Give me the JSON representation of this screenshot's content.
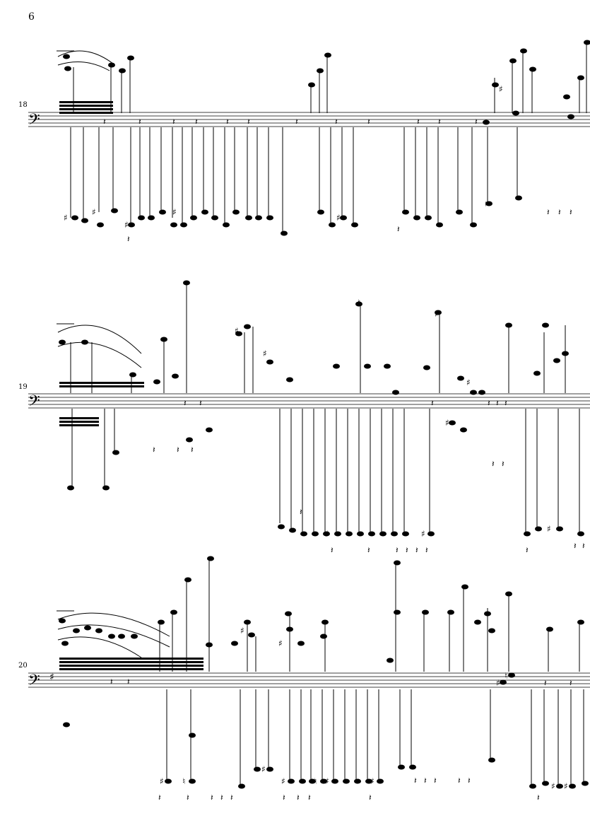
{
  "page": {
    "number": "6"
  },
  "score": {
    "systems": [
      {
        "measure_number": "18",
        "clef": "bass",
        "key_signature": ""
      },
      {
        "measure_number": "19",
        "clef": "bass",
        "key_signature": ""
      },
      {
        "measure_number": "20",
        "clef": "bass",
        "key_signature": "F#"
      }
    ],
    "glyphs": {
      "bass_clef": "𝄢",
      "sharp": "♯",
      "natural": "♮",
      "rest": "𝄽"
    },
    "colors": {
      "ink": "#000000",
      "paper": "#ffffff"
    }
  }
}
